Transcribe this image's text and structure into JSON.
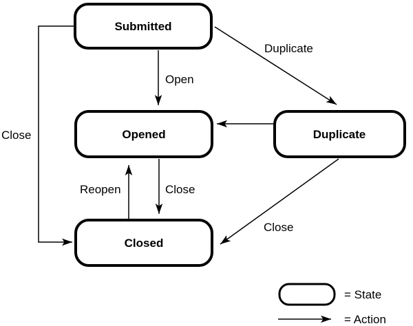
{
  "diagram": {
    "type": "state-transition-diagram",
    "states": [
      {
        "id": "submitted",
        "label": "Submitted"
      },
      {
        "id": "opened",
        "label": "Opened"
      },
      {
        "id": "duplicate",
        "label": "Duplicate"
      },
      {
        "id": "closed",
        "label": "Closed"
      }
    ],
    "transitions": [
      {
        "from": "submitted",
        "to": "opened",
        "label": "Open"
      },
      {
        "from": "submitted",
        "to": "duplicate",
        "label": "Duplicate"
      },
      {
        "from": "duplicate",
        "to": "opened",
        "label": ""
      },
      {
        "from": "opened",
        "to": "closed",
        "label": "Close"
      },
      {
        "from": "closed",
        "to": "opened",
        "label": "Reopen"
      },
      {
        "from": "submitted",
        "to": "closed",
        "label": "Close"
      },
      {
        "from": "duplicate",
        "to": "closed",
        "label": "Close"
      }
    ],
    "legend": {
      "state_label": "= State",
      "action_label": "= Action"
    },
    "colors": {
      "ink": "#000000",
      "background": "#ffffff"
    }
  }
}
